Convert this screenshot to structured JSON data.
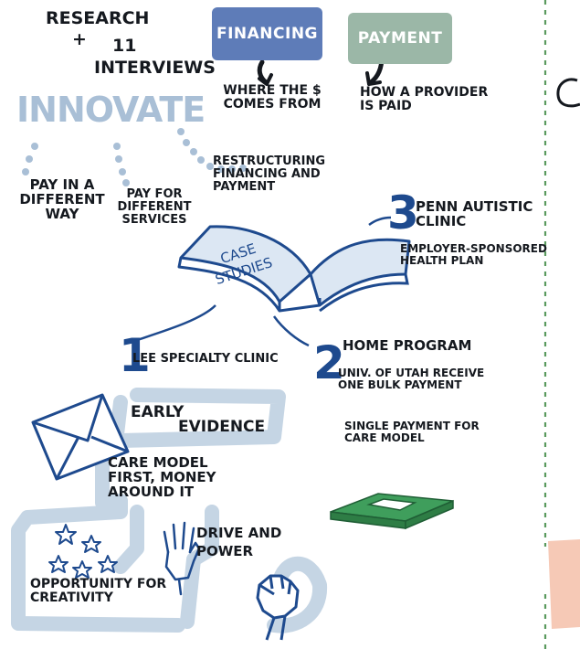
{
  "research": {
    "line1": "RESEARCH",
    "plus": "+",
    "count": "11",
    "line3": "INTERVIEWS"
  },
  "financing": {
    "tag": "FINANCING",
    "desc": "WHERE THE $ COMES FROM"
  },
  "payment": {
    "tag": "PAYMENT",
    "desc": "HOW A PROVIDER IS PAID"
  },
  "innovate": {
    "title": "INNOVATE",
    "branches": [
      "PAY IN A DIFFERENT WAY",
      "PAY FOR DIFFERENT SERVICES",
      "RESTRUCTURING FINANCING and PAYMENT"
    ]
  },
  "case_studies": {
    "book_label": "CASE STUDIES",
    "items": [
      {
        "number": "1",
        "title": "LEE SPECIALTY CLINIC",
        "details": []
      },
      {
        "number": "2",
        "title": "HOME PROGRAM",
        "details": [
          "UNIV. OF UTAH RECEIVE ONE BULK PAYMENT",
          "SINGLE PAYMENT FOR CARE MODEL"
        ]
      },
      {
        "number": "3",
        "title": "PENN AUTISTIC CLINIC",
        "details": [
          "EMPLOYER-SPONSORED HEALTH PLAN"
        ]
      }
    ]
  },
  "takeaways": {
    "early": "EARLY",
    "evidence": "EVIDENCE",
    "care_model": "CARE MODEL FIRST, MONEY AROUND IT",
    "drive": "DRIVE AND POWER",
    "opportunity": "OPPORTUNITY FOR CREATIVITY"
  },
  "colors": {
    "navy": "#1e4a8e",
    "financing": "#5e7cb8",
    "payment": "#9bb7a7",
    "innovate": "#a9bfd6",
    "band": "#c5d5e4",
    "money": "#3f9e5c",
    "pink": "#f6c9b6"
  }
}
